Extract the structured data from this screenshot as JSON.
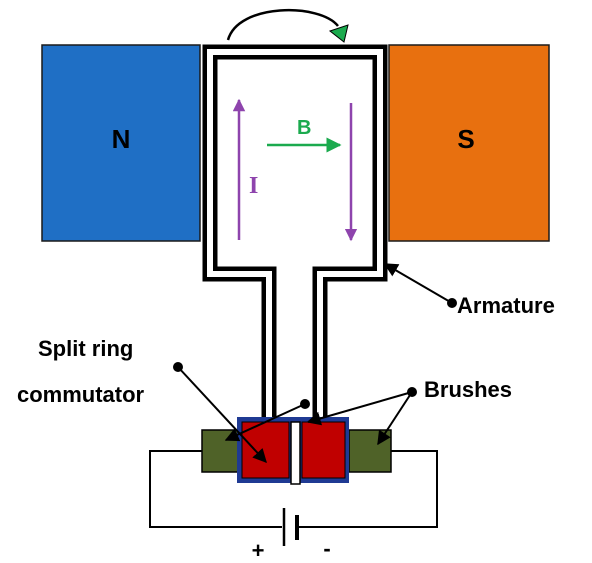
{
  "magnets": {
    "north": {
      "label": "N",
      "color": "#1F6FC5"
    },
    "south": {
      "label": "S",
      "color": "#E8700F"
    }
  },
  "field": {
    "label": "B",
    "color": "#1BAA4E"
  },
  "current": {
    "label": "I",
    "color": "#8E44AD"
  },
  "labels": {
    "armature": "Armature",
    "commutator_line1": "Split ring",
    "commutator_line2": "commutator",
    "brushes": "Brushes"
  },
  "battery": {
    "positive": "+",
    "negative": "-"
  },
  "colors": {
    "commutator": "#C00000",
    "commutator_border": "#1F3A93",
    "brush": "#4F6228",
    "rotation_arrowhead": "#1BAA4E"
  }
}
